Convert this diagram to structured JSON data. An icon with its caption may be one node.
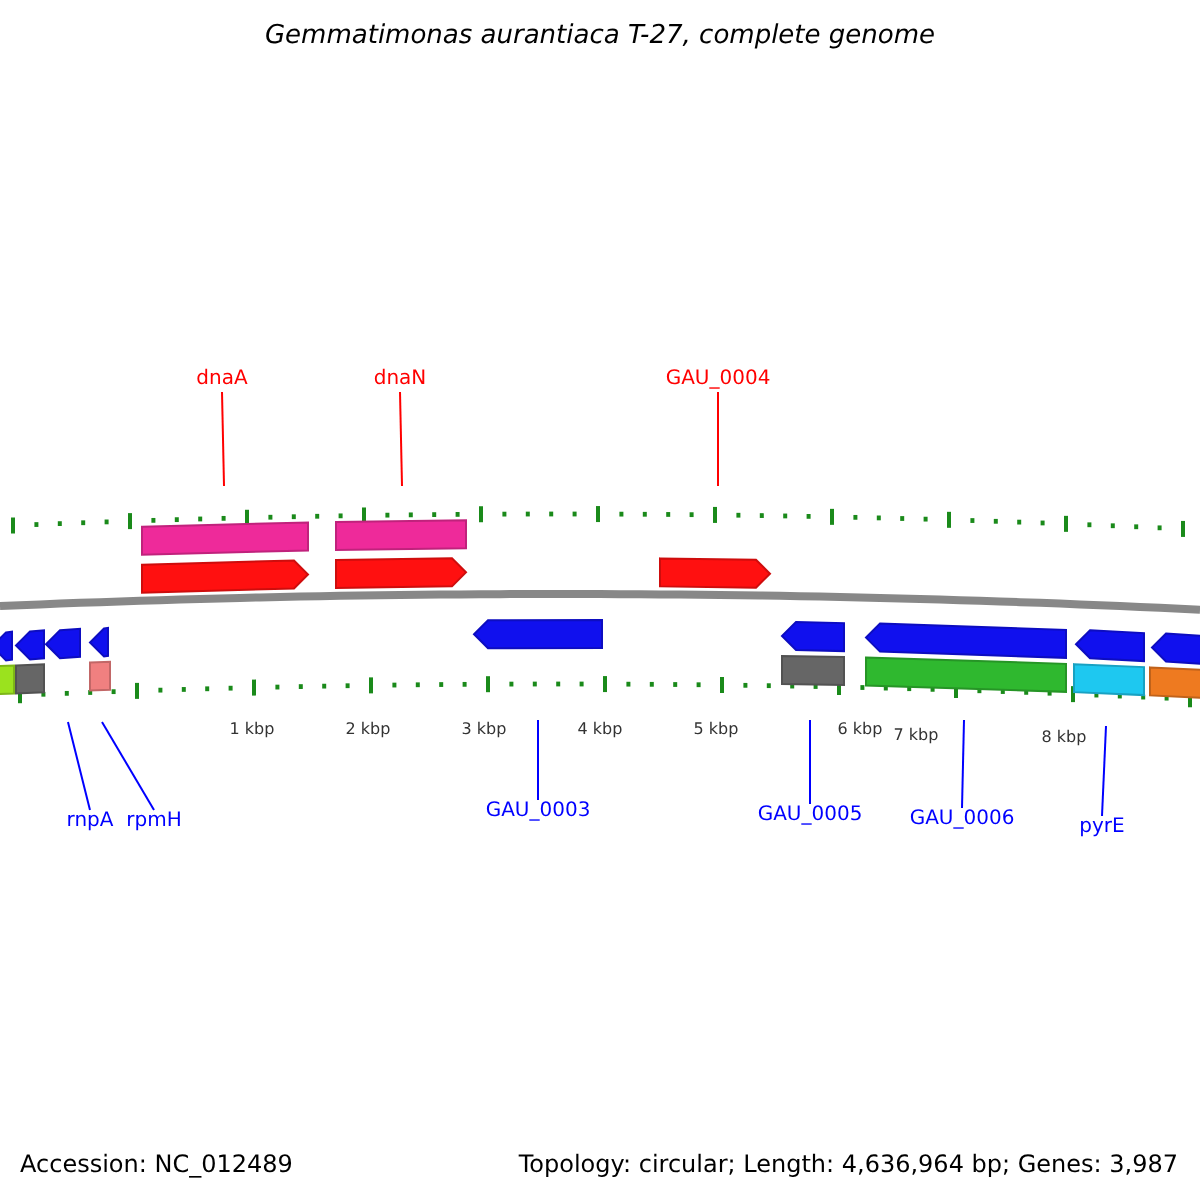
{
  "diagram": {
    "title": "Gemmatimonas aurantiaca T-27, complete genome",
    "nodes": [
      {
        "text": [
          "dnaA"
        ]
      },
      {
        "text": [
          "dnaN"
        ]
      },
      {
        "text": [
          "GAU_0004"
        ]
      },
      {
        "text": [
          "rnpA"
        ]
      },
      {
        "text": [
          "rpmH"
        ]
      },
      {
        "text": [
          "GAU_0003"
        ]
      },
      {
        "text": [
          "GAU_0005"
        ]
      },
      {
        "text": [
          "GAU_0006"
        ]
      },
      {
        "text": [
          "pyrE"
        ]
      }
    ],
    "edges": [
      {
        "from": 0,
        "to": null,
        "arrow": "none",
        "color": "#ff0000"
      },
      {
        "from": 1,
        "to": null,
        "arrow": "none",
        "color": "#ff0000"
      },
      {
        "from": 2,
        "to": null,
        "arrow": "none",
        "color": "#ff0000"
      },
      {
        "from": 3,
        "to": null,
        "arrow": "none"
      },
      {
        "from": 4,
        "to": null,
        "arrow": "none"
      },
      {
        "from": 5,
        "to": null,
        "arrow": "none"
      },
      {
        "from": 6,
        "to": null,
        "arrow": "none"
      },
      {
        "from": 7,
        "to": null,
        "arrow": "none"
      },
      {
        "from": 8,
        "to": null,
        "arrow": "none"
      }
    ],
    "labels": [
      "1 kbp",
      "2 kbp",
      "3 kbp",
      "4 kbp",
      "5 kbp",
      "6 kbp",
      "7 kbp",
      "8 kbp",
      "Accession: NC_012489",
      "Topology: circular; Length: 4,636,964 bp; Genes: 3,987"
    ]
  }
}
